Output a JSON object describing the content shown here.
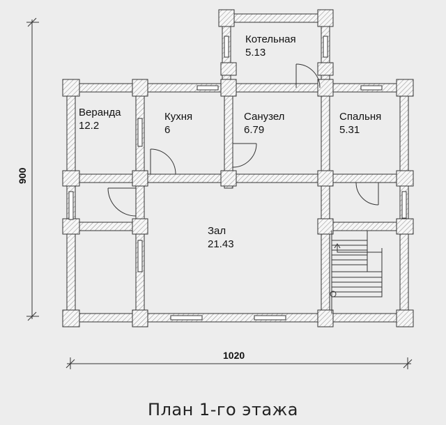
{
  "title": "План 1-го этажа",
  "dimensions": {
    "height": "900",
    "width": "1020"
  },
  "rooms": [
    {
      "id": "kotelnaya",
      "name": "Котельная",
      "area": "5.13"
    },
    {
      "id": "veranda",
      "name": "Веранда",
      "area": "12.2"
    },
    {
      "id": "kukhnya",
      "name": "Кухня",
      "area": "6"
    },
    {
      "id": "sanuzel",
      "name": "Санузел",
      "area": "6.79"
    },
    {
      "id": "spalnya",
      "name": "Спальня",
      "area": "5.31"
    },
    {
      "id": "zal",
      "name": "Зал",
      "area": "21.43"
    }
  ]
}
